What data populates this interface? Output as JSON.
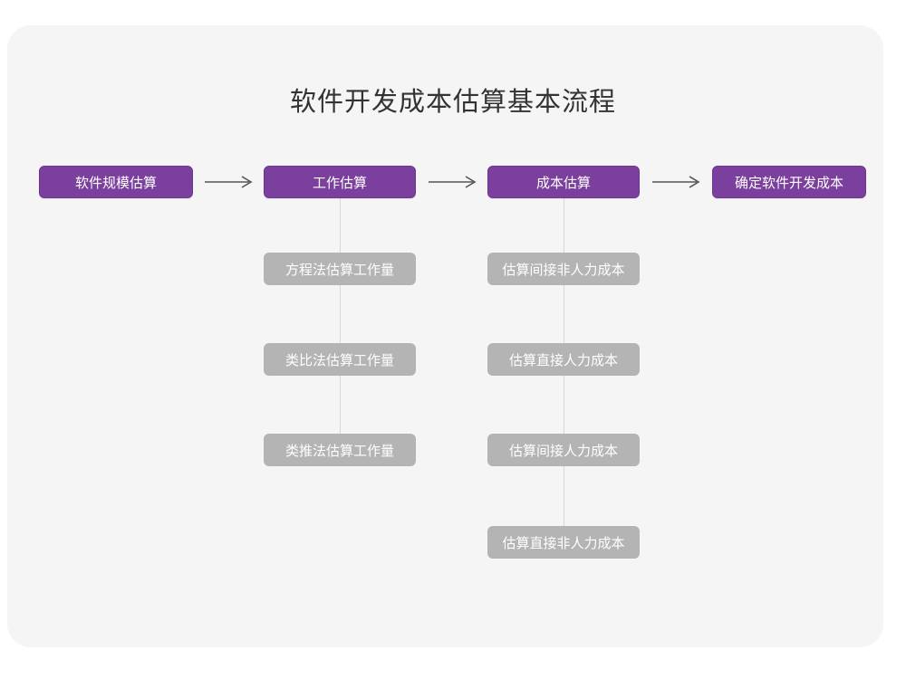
{
  "card": {
    "background_color": "#f5f5f5",
    "page_background_color": "#ffffff"
  },
  "title": "软件开发成本估算基本流程",
  "colors": {
    "primary": "#7b3f9d",
    "secondary": "#b4b4b4",
    "title_text": "#333333",
    "node_text": "#ffffff",
    "connector": "#d8d8d8",
    "arrow": "#555555"
  },
  "flow": {
    "arrow_glyph": "arrow-right",
    "stages": [
      {
        "id": "stage-1",
        "label": "软件规模估算",
        "substeps": []
      },
      {
        "id": "stage-2",
        "label": "工作估算",
        "substeps": [
          "方程法估算工作量",
          "类比法估算工作量",
          "类推法估算工作量"
        ]
      },
      {
        "id": "stage-3",
        "label": "成本估算",
        "substeps": [
          "估算间接非人力成本",
          "估算直接人力成本",
          "估算间接人力成本",
          "估算直接非人力成本"
        ]
      },
      {
        "id": "stage-4",
        "label": "确定软件开发成本",
        "substeps": []
      }
    ]
  }
}
